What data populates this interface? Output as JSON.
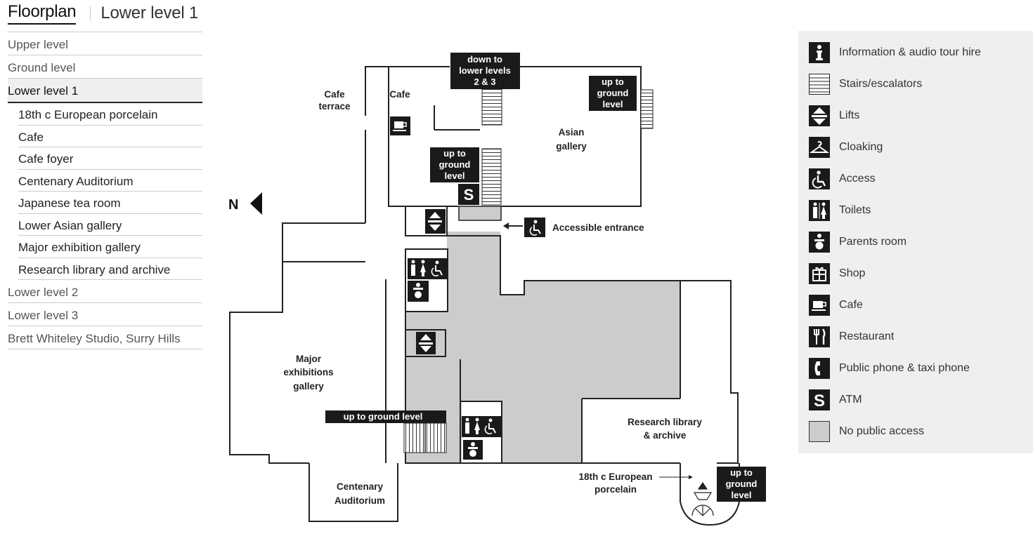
{
  "header": {
    "title": "Floorplan",
    "subtitle": "Lower level 1"
  },
  "nav": {
    "items": [
      {
        "label": "Upper level"
      },
      {
        "label": "Ground level"
      },
      {
        "label": "Lower level 1"
      },
      {
        "label": "Lower level 2"
      },
      {
        "label": "Lower level 3"
      },
      {
        "label": "Brett Whiteley Studio, Surry Hills"
      }
    ],
    "active_index": 2,
    "subitems": [
      "18th c European porcelain",
      "Cafe",
      "Cafe foyer",
      "Centenary Auditorium",
      "Japanese tea room",
      "Lower Asian gallery",
      "Major exhibition gallery",
      "Research library and archive"
    ]
  },
  "map": {
    "north": "N",
    "labels": {
      "down_lower": [
        "down to",
        "lower levels",
        "2 & 3"
      ],
      "up_ground_ne": [
        "up to",
        "ground",
        "level"
      ],
      "up_ground_mid": [
        "up to",
        "ground",
        "level"
      ],
      "up_ground_se": [
        "up to",
        "ground",
        "level"
      ],
      "up_ground_bar": "up to ground level",
      "cafe_terrace": [
        "Cafe",
        "terrace"
      ],
      "cafe": "Cafe",
      "asian_gallery": [
        "Asian",
        "gallery"
      ],
      "accessible_entrance": "Accessible entrance",
      "major_exhibitions": [
        "Major",
        "exhibitions",
        "gallery"
      ],
      "research_library": [
        "Research library",
        "& archive"
      ],
      "european_porcelain": [
        "18th c European",
        "porcelain"
      ],
      "centenary": [
        "Centenary",
        "Auditorium"
      ]
    }
  },
  "legend": {
    "items": [
      {
        "icon": "info-icon",
        "label": "Information & audio tour hire"
      },
      {
        "icon": "stairs-icon",
        "label": "Stairs/escalators"
      },
      {
        "icon": "lift-icon",
        "label": "Lifts"
      },
      {
        "icon": "cloakroom-icon",
        "label": "Cloaking"
      },
      {
        "icon": "wheelchair-icon",
        "label": "Access"
      },
      {
        "icon": "toilets-icon",
        "label": "Toilets"
      },
      {
        "icon": "parents-room-icon",
        "label": "Parents room"
      },
      {
        "icon": "shop-icon",
        "label": "Shop"
      },
      {
        "icon": "cafe-icon",
        "label": "Cafe"
      },
      {
        "icon": "restaurant-icon",
        "label": "Restaurant"
      },
      {
        "icon": "phone-icon",
        "label": "Public phone & taxi phone"
      },
      {
        "icon": "atm-icon",
        "label": "ATM"
      },
      {
        "icon": "no-access-swatch",
        "label": "No public access"
      }
    ]
  },
  "colors": {
    "no_access": "#cccccc",
    "dark": "#1a1a1a",
    "legend_bg": "#efefef"
  }
}
